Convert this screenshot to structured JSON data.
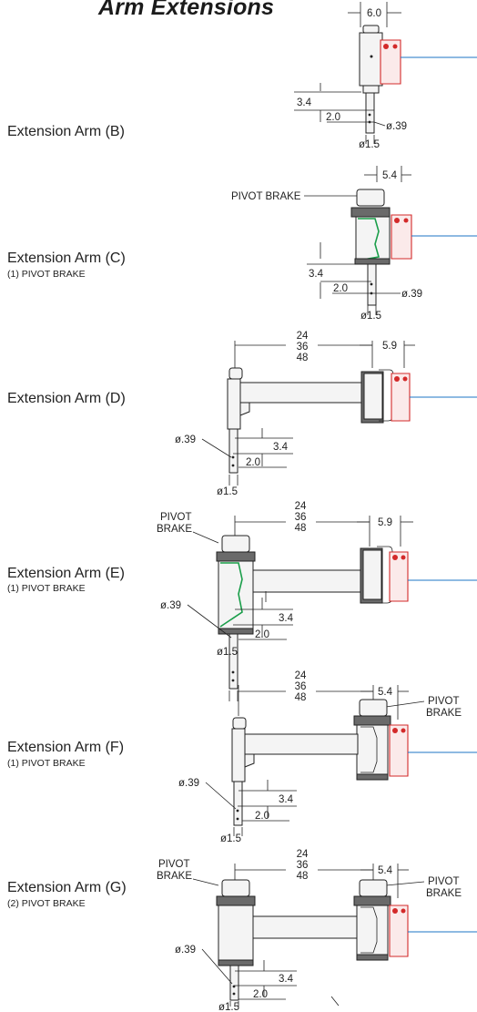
{
  "title": "Arm Extensions",
  "arms": [
    {
      "name": "Extension Arm (B)",
      "sub": ""
    },
    {
      "name": "Extension Arm (C)",
      "sub": "(1) PIVOT BRAKE"
    },
    {
      "name": "Extension Arm (D)",
      "sub": ""
    },
    {
      "name": "Extension Arm (E)",
      "sub": "(1) PIVOT BRAKE"
    },
    {
      "name": "Extension Arm (F)",
      "sub": "(1) PIVOT BRAKE"
    },
    {
      "name": "Extension Arm (G)",
      "sub": "(2) PIVOT BRAKE"
    }
  ],
  "dims": {
    "b_width": "6.0",
    "c_width": "5.4",
    "d_width": "5.9",
    "e_width": "5.9",
    "f_width": "5.4",
    "g_width": "5.4",
    "offset": "3.4",
    "length": "2.0",
    "hole": "ø.39",
    "shaft": "ø1.5",
    "lengths": [
      "24",
      "36",
      "48"
    ]
  },
  "labels": {
    "pivot_brake": "PIVOT BRAKE",
    "pivot": "PIVOT",
    "brake": "BRAKE"
  }
}
